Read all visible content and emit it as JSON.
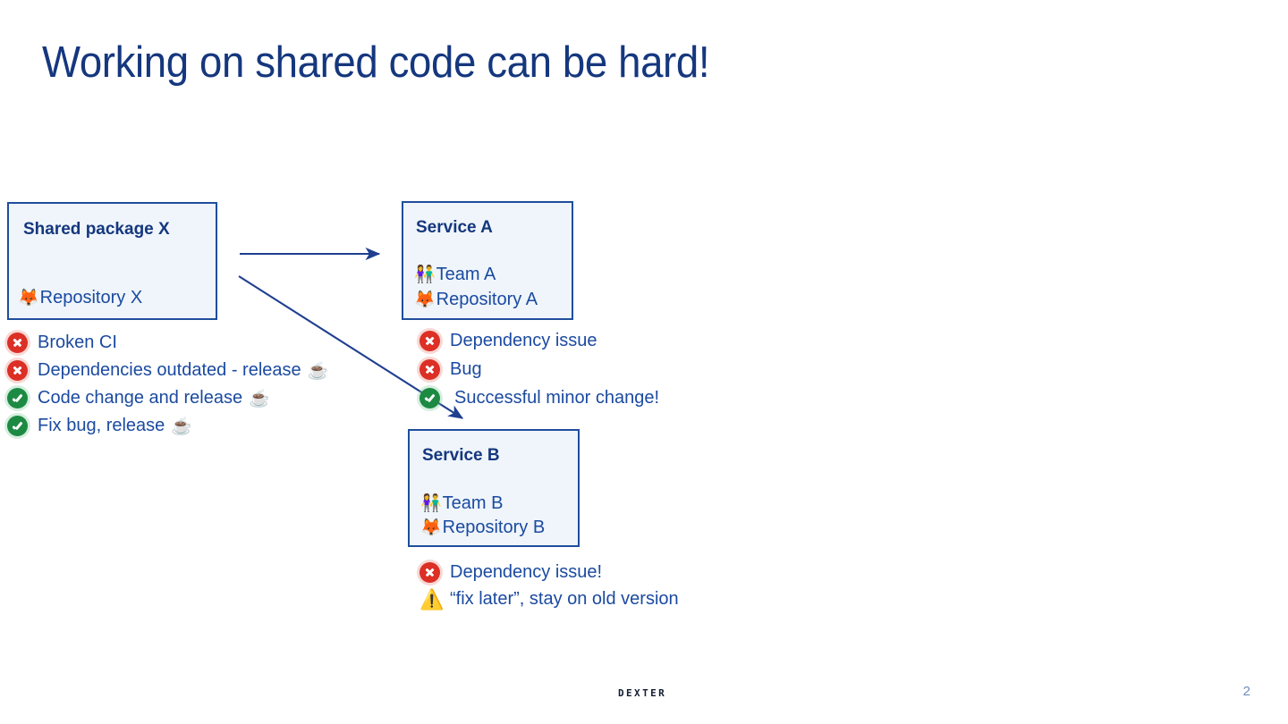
{
  "slide": {
    "title": "Working on shared code can be hard!",
    "page_number": "2",
    "footer_logo": "DEXTER",
    "colors": {
      "title": "#15377e",
      "box_border": "#1f4e9c",
      "box_fill": "#eff5fa",
      "body_text": "#1b4aa0",
      "arrow": "#1f3f8f",
      "error": "#dc2f26",
      "success": "#1d8a43",
      "warning": "#f5bc23",
      "page_number": "#6f8bc0"
    }
  },
  "nodes": {
    "shared_package": {
      "title": "Shared package X",
      "repo_icon": "gitlab-fox-icon",
      "repo_emoji": "🦊",
      "repo_label": "Repository X"
    },
    "service_a": {
      "title": "Service A",
      "team_icon": "people-holding-hands-icon",
      "team_emoji": "👫",
      "team_label": "Team A",
      "repo_icon": "gitlab-fox-icon",
      "repo_emoji": "🦊",
      "repo_label": "Repository A"
    },
    "service_b": {
      "title": "Service B",
      "team_icon": "people-holding-hands-icon",
      "team_emoji": "👫",
      "team_label": "Team B",
      "repo_icon": "gitlab-fox-icon",
      "repo_emoji": "🦊",
      "repo_label": "Repository B"
    }
  },
  "lists": {
    "shared_package": [
      {
        "status": "error",
        "label": "Broken CI",
        "trailing_emoji": ""
      },
      {
        "status": "error",
        "label": "Dependencies outdated - release",
        "trailing_emoji": "☕"
      },
      {
        "status": "success",
        "label": "Code change and release",
        "trailing_emoji": "☕"
      },
      {
        "status": "success",
        "label": "Fix bug, release",
        "trailing_emoji": "☕"
      }
    ],
    "service_a": [
      {
        "status": "error",
        "label": "Dependency issue",
        "trailing_emoji": ""
      },
      {
        "status": "error",
        "label": "Bug",
        "trailing_emoji": ""
      },
      {
        "status": "success",
        "label": "Successful minor change!",
        "trailing_emoji": ""
      }
    ],
    "service_b": [
      {
        "status": "error",
        "label": "Dependency issue!",
        "trailing_emoji": ""
      },
      {
        "status": "warning",
        "label": "“fix later”, stay on old version",
        "trailing_emoji": ""
      }
    ]
  },
  "arrows": [
    {
      "name": "arrow-shared-to-service-a",
      "from": "shared-package-x",
      "to": "service-a"
    },
    {
      "name": "arrow-shared-to-service-b",
      "from": "shared-package-x",
      "to": "service-b"
    }
  ]
}
